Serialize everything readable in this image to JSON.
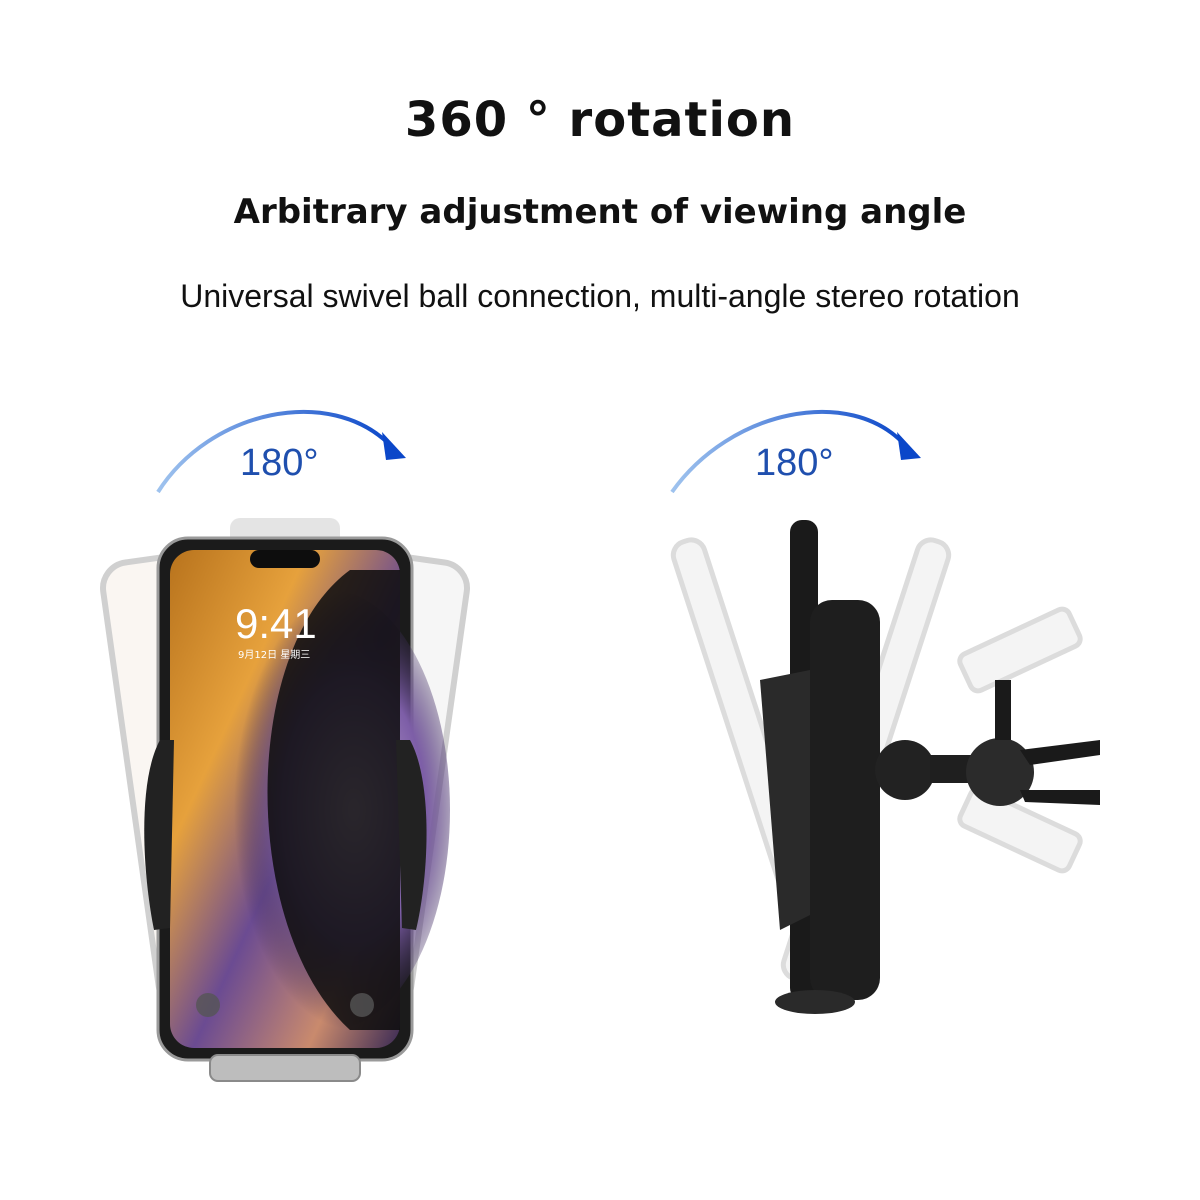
{
  "heading": {
    "title": "360 ° rotation",
    "subtitle": "Arbitrary adjustment of viewing angle",
    "description": "Universal swivel ball connection, multi-angle stereo rotation"
  },
  "left_panel": {
    "rotation_label": "180°",
    "phone_screen": {
      "time": "9:41",
      "date": "9月12日 星期三"
    },
    "illustration_icon": "phone-holder-rotation-icon"
  },
  "right_panel": {
    "rotation_label": "180°",
    "illustration_icon": "vent-mount-rotation-icon"
  },
  "colors": {
    "arrow_gradient_start": "#9fc3ee",
    "arrow_gradient_end": "#0b47c9",
    "text": "#111111",
    "angle_label": "#1f4fae"
  }
}
